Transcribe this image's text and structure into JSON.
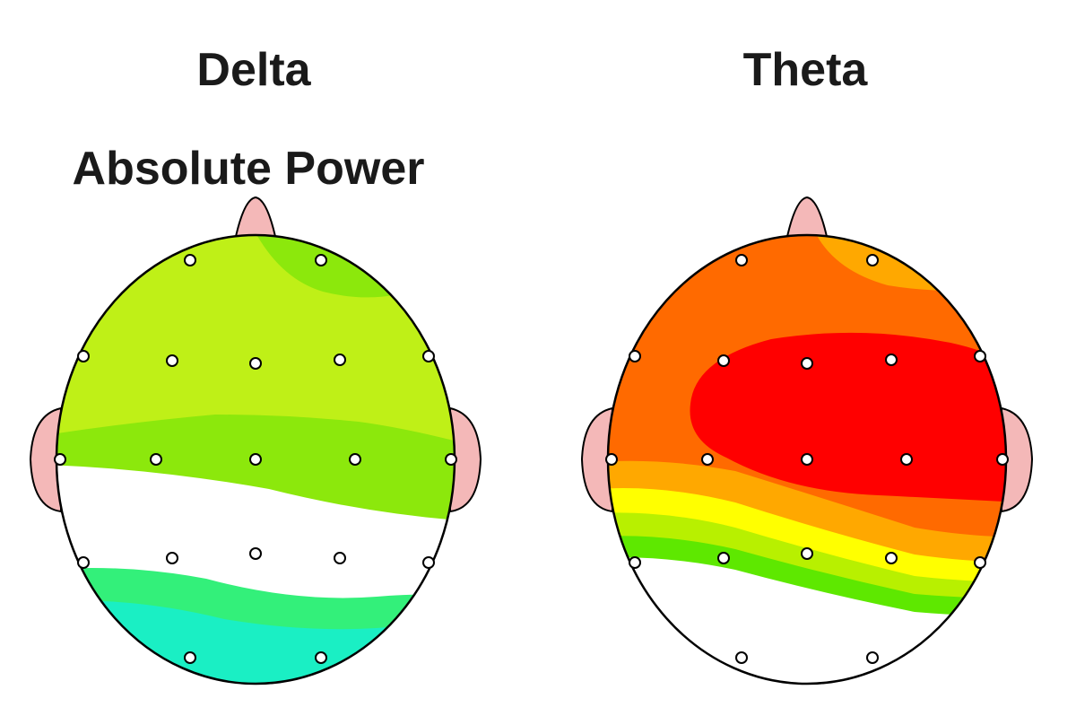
{
  "labels": {
    "left_title": "Delta",
    "right_title": "Theta",
    "measure": "Absolute Power"
  },
  "colors": {
    "head_outline": "#000000",
    "ear_nose_fill": "#f4b8b8",
    "electrode_fill": "#ffffff",
    "delta_bands": [
      "#bff017",
      "#8ce80c",
      "#ffffff",
      "#33f07a",
      "#1aefc4"
    ],
    "theta_bands": [
      "#ff6a00",
      "#ffa800",
      "#ff0000",
      "#ffa800",
      "#ffff00",
      "#b8f000",
      "#5ee800",
      "#ffffff"
    ]
  },
  "maps": [
    {
      "name": "delta",
      "electrode_count": 19
    },
    {
      "name": "theta",
      "electrode_count": 19
    }
  ]
}
